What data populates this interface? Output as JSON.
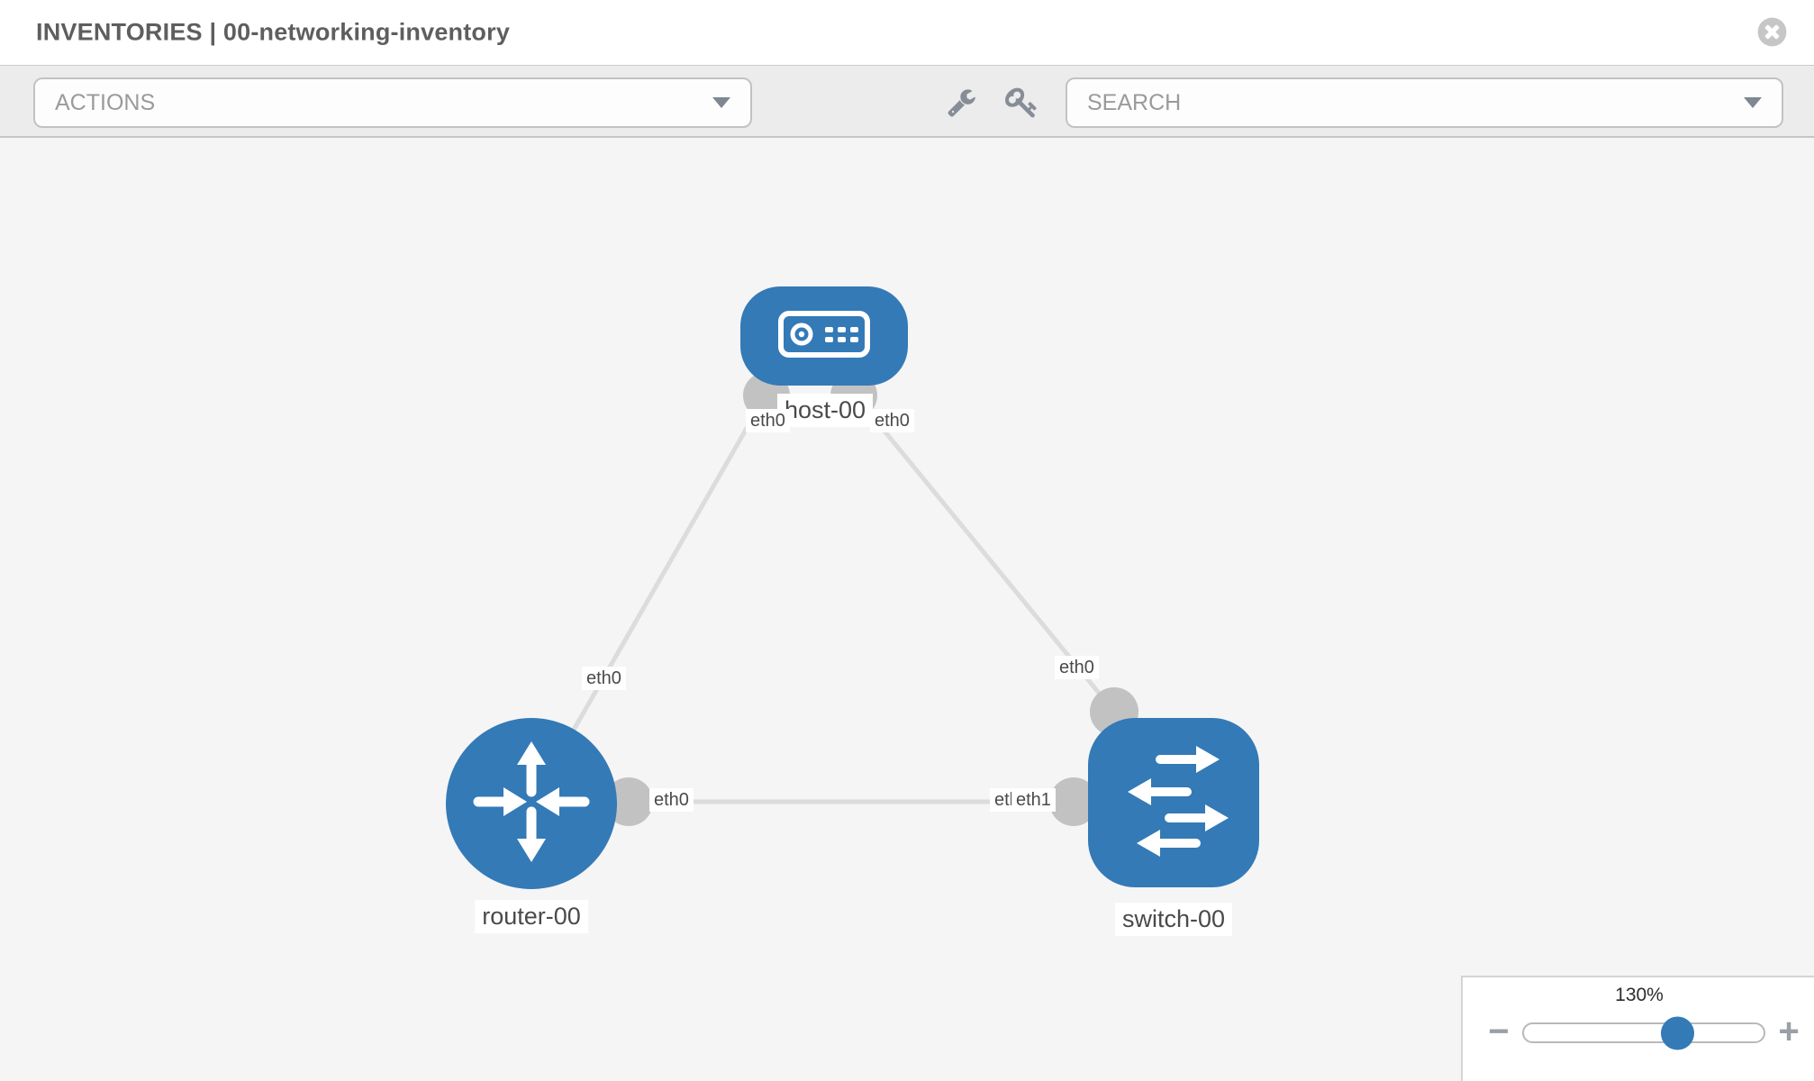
{
  "header": {
    "title": "INVENTORIES | 00-networking-inventory"
  },
  "toolbar": {
    "actions_label": "ACTIONS",
    "search_label": "SEARCH"
  },
  "topology": {
    "nodes": [
      {
        "label": "host-00",
        "type": "host"
      },
      {
        "label": "router-00",
        "type": "router"
      },
      {
        "label": "switch-00",
        "type": "switch"
      }
    ],
    "links": [
      {
        "from": "host-00",
        "to": "router-00",
        "labels": {
          "host_end": "eth0",
          "router_end": "eth0"
        }
      },
      {
        "from": "host-00",
        "to": "switch-00",
        "labels": {
          "host_end": "eth0",
          "switch_end": "eth0"
        }
      },
      {
        "from": "router-00",
        "to": "switch-00",
        "labels": {
          "router_end": "eth0",
          "switch_end_back": "eth0",
          "switch_end_front": "eth1"
        }
      }
    ]
  },
  "zoom_control": {
    "value": "130%",
    "minus_label": "−",
    "plus_label": "+"
  },
  "colors": {
    "node_fill": "#337ab7",
    "link_stroke": "#dcdcdc",
    "connector_fill": "#c2c2c2",
    "toolbar_bg": "#ececec",
    "canvas_bg": "#f5f5f5"
  }
}
